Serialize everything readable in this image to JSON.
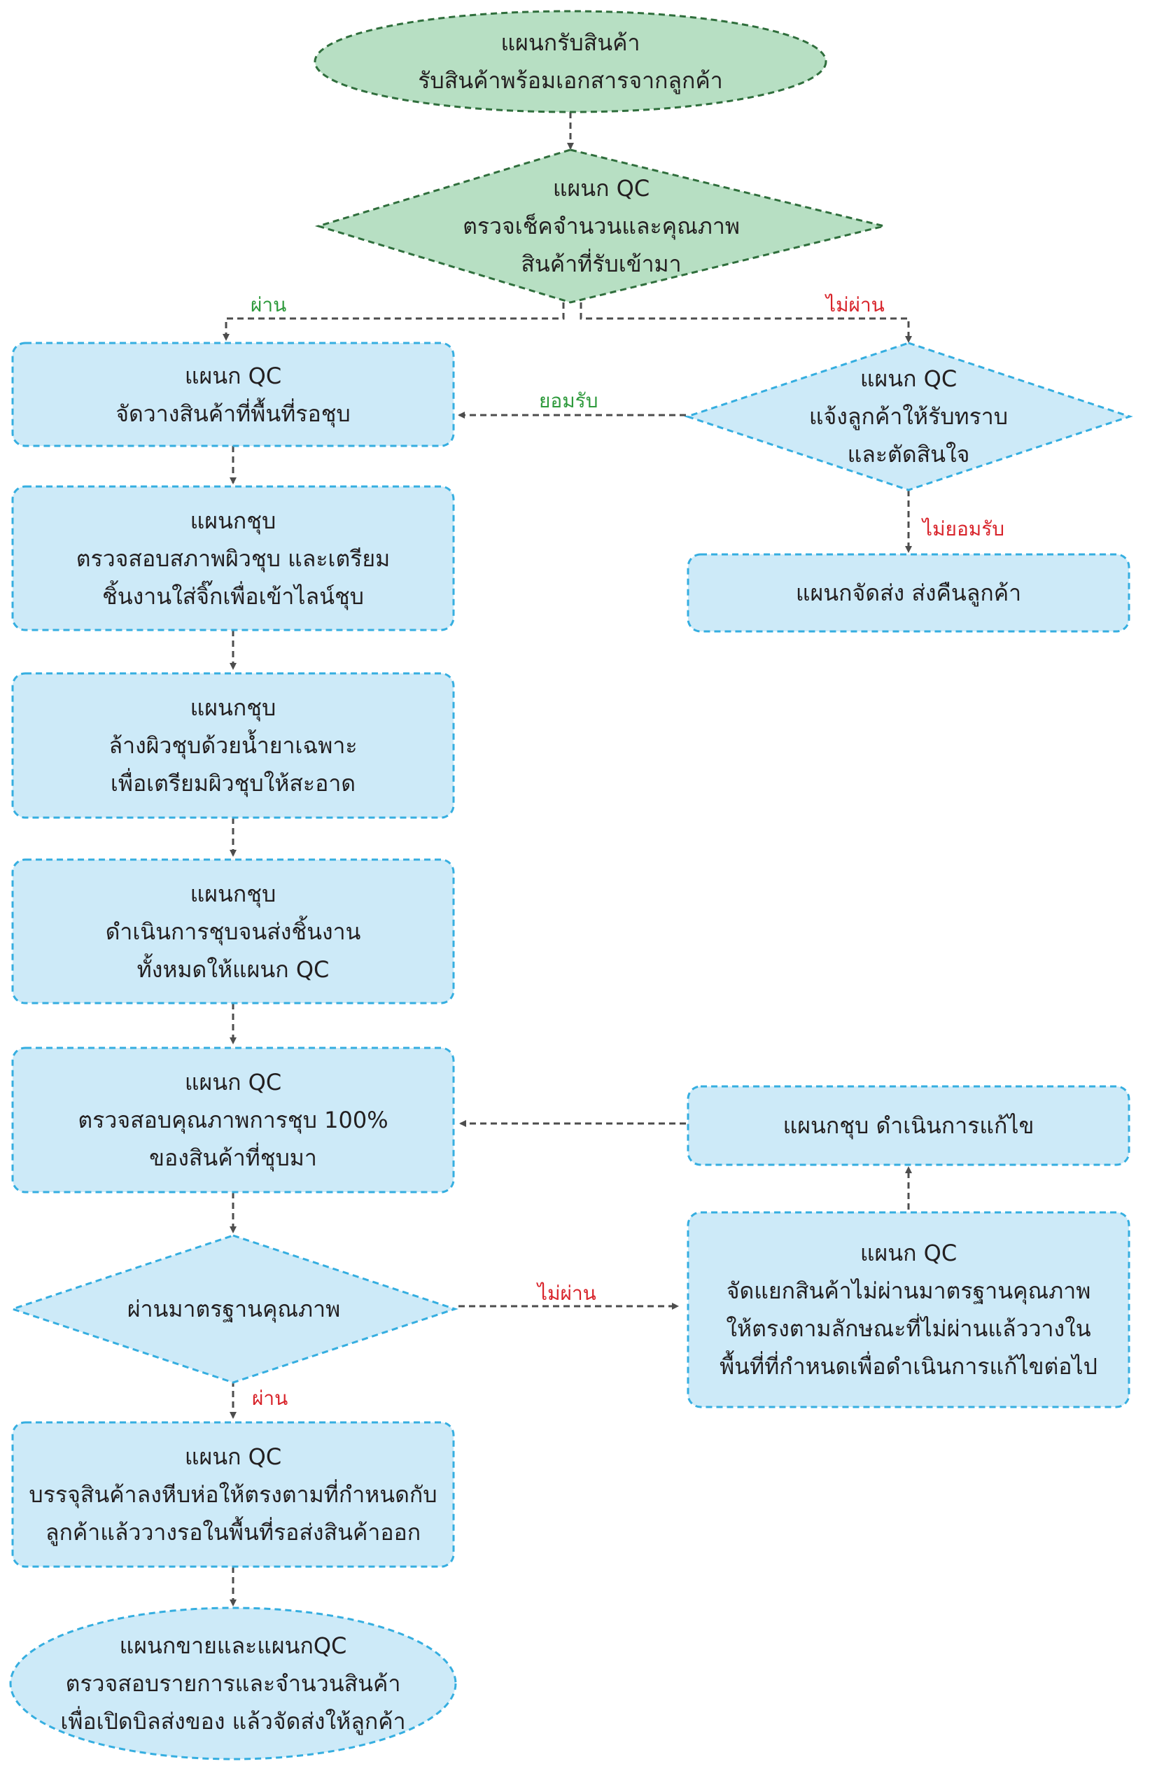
{
  "colors": {
    "green_fill": "#b7dfc3",
    "green_border": "#2f6e3c",
    "blue_fill": "#cdeaf8",
    "blue_border": "#35aee0",
    "arrow": "#4d4d4d",
    "label_green": "#2e9a3c",
    "label_red": "#d8232a"
  },
  "nodes": {
    "start": [
      "แผนกรับสินค้า",
      "รับสินค้าพร้อมเอกสารจากลูกค้า"
    ],
    "qc_check": [
      "แผนก QC",
      "ตรวจเช็คจำนวนและคุณภาพ",
      "สินค้าที่รับเข้ามา"
    ],
    "qc_place": [
      "แผนก QC",
      "จัดวางสินค้าที่พื้นที่รอชุบ"
    ],
    "qc_notify": [
      "แผนก QC",
      "แจ้งลูกค้าให้รับทราบ",
      "และตัดสินใจ"
    ],
    "plating_inspect": [
      "แผนกชุบ",
      "ตรวจสอบสภาพผิวชุบ และเตรียม",
      "ชิ้นงานใส่จิ๊กเพื่อเข้าไลน์ชุบ"
    ],
    "shipping_return": [
      "แผนกจัดส่ง ส่งคืนลูกค้า"
    ],
    "plating_wash": [
      "แผนกชุบ",
      "ล้างผิวชุบด้วยน้ำยาเฉพาะ",
      "เพื่อเตรียมผิวชุบให้สะอาด"
    ],
    "plating_process": [
      "แผนกชุบ",
      "ดำเนินการชุบจนส่งชิ้นงาน",
      "ทั้งหมดให้แผนก QC"
    ],
    "qc_inspect": [
      "แผนก QC",
      "ตรวจสอบคุณภาพการชุบ 100%",
      "ของสินค้าที่ชุบมา"
    ],
    "plating_fix": [
      "แผนกชุบ ดำเนินการแก้ไข"
    ],
    "standard_check": [
      "ผ่านมาตรฐานคุณภาพ"
    ],
    "qc_separate": [
      "แผนก QC",
      "จัดแยกสินค้าไม่ผ่านมาตรฐานคุณภาพ",
      "ให้ตรงตามลักษณะที่ไม่ผ่านแล้ววางใน",
      "พื้นที่ที่กำหนดเพื่อดำเนินการแก้ไขต่อไป"
    ],
    "qc_pack": [
      "แผนก QC",
      "บรรจุสินค้าลงหีบห่อให้ตรงตามที่กำหนดกับ",
      "ลูกค้าแล้ววางรอในพื้นที่รอส่งสินค้าออก"
    ],
    "end": [
      "แผนกขายและแผนกQC",
      "ตรวจสอบรายการและจำนวนสินค้า",
      "เพื่อเปิดบิลส่งของ แล้วจัดส่งให้ลูกค้า"
    ]
  },
  "labels": {
    "pass_1": "ผ่าน",
    "fail_1": "ไม่ผ่าน",
    "accept": "ยอมรับ",
    "reject": "ไม่ยอมรับ",
    "fail_2": "ไม่ผ่าน",
    "pass_2": "ผ่าน"
  }
}
